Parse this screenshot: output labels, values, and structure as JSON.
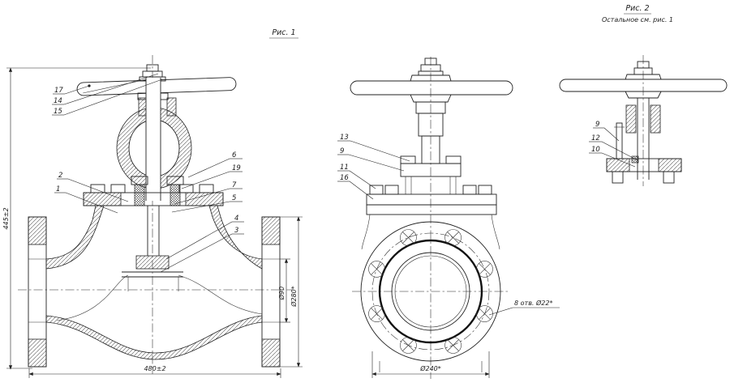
{
  "fig1": {
    "title": "Рис. 1",
    "callouts": {
      "handwheel": [
        "17",
        "14",
        "15"
      ],
      "left": [
        "2",
        "1"
      ],
      "right": [
        "6",
        "19",
        "7",
        "5",
        "4",
        "3"
      ]
    },
    "dims": {
      "height": "445±2",
      "length": "480±2",
      "bore": "Ø90",
      "flange_od": "Ø280*"
    }
  },
  "front": {
    "callouts": [
      "13",
      "9",
      "11",
      "16"
    ],
    "dims": {
      "bolt_circle": "Ø240*"
    },
    "holes_note": "8 отв. Ø22*"
  },
  "fig2": {
    "title": "Рис. 2",
    "note": "Остальное см. рис. 1",
    "callouts": [
      "9",
      "12",
      "10"
    ]
  }
}
